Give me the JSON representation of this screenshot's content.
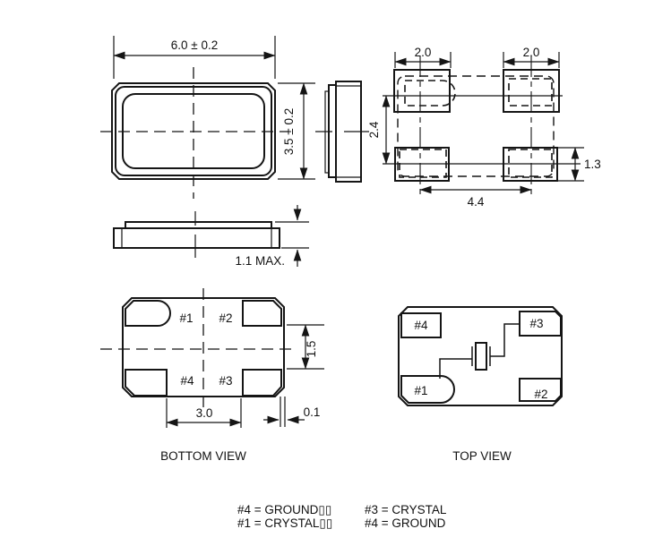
{
  "drawing": {
    "front_view": {
      "width_dim": "6.0 ± 0.2",
      "height_dim": "3.5 ± 0.2"
    },
    "profile_view": {
      "thickness_dim": "1.1 MAX."
    },
    "land_pattern": {
      "pad_width_left_dim": "2.0",
      "pad_width_right_dim": "2.0",
      "vertical_pitch_dim": "2.4",
      "horizontal_pitch_dim": "4.4",
      "pad_height_dim": "1.3"
    },
    "bottom_view": {
      "caption": "BOTTOM VIEW",
      "pad1": "#1",
      "pad2": "#2",
      "pad3": "#3",
      "pad4": "#4",
      "pad_span_dim": "3.0",
      "pad_height_dim": "1.5",
      "edge_offset_dim": "0.1"
    },
    "top_view": {
      "caption": "TOP VIEW",
      "pad1": "#1",
      "pad2": "#2",
      "pad3": "#3",
      "pad4": "#4"
    },
    "legend": {
      "left_col": [
        "#4 = GROUND▯▯",
        "#1 = CRYSTAL▯▯"
      ],
      "right_col": [
        "#3 = CRYSTAL",
        "#4 = GROUND"
      ]
    }
  }
}
